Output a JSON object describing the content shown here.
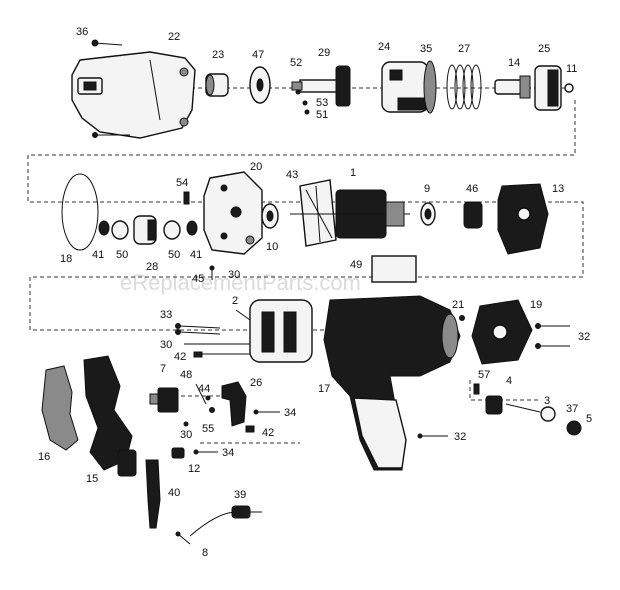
{
  "watermark": "eReplacementParts.com",
  "part_labels": {
    "p1": "1",
    "p2": "2",
    "p3": "3",
    "p4": "4",
    "p5": "5",
    "p7": "7",
    "p8": "8",
    "p9": "9",
    "p10": "10",
    "p11": "11",
    "p12": "12",
    "p13": "13",
    "p14": "14",
    "p15": "15",
    "p16": "16",
    "p17": "17",
    "p18": "18",
    "p19": "19",
    "p20": "20",
    "p21": "21",
    "p22": "22",
    "p23": "23",
    "p24": "24",
    "p25": "25",
    "p26": "26",
    "p27": "27",
    "p28": "28",
    "p29": "29",
    "p30a": "30",
    "p30b": "30",
    "p30c": "30",
    "p32a": "32",
    "p32b": "32",
    "p33": "33",
    "p34a": "34",
    "p34b": "34",
    "p35": "35",
    "p36": "36",
    "p37": "37",
    "p39": "39",
    "p40": "40",
    "p41a": "41",
    "p41b": "41",
    "p42a": "42",
    "p42b": "42",
    "p43": "43",
    "p44": "44",
    "p45": "45",
    "p46": "46",
    "p47": "47",
    "p48": "48",
    "p49": "49",
    "p50a": "50",
    "p50b": "50",
    "p51": "51",
    "p52": "52",
    "p53": "53",
    "p54": "54",
    "p55": "55",
    "p57": "57"
  }
}
